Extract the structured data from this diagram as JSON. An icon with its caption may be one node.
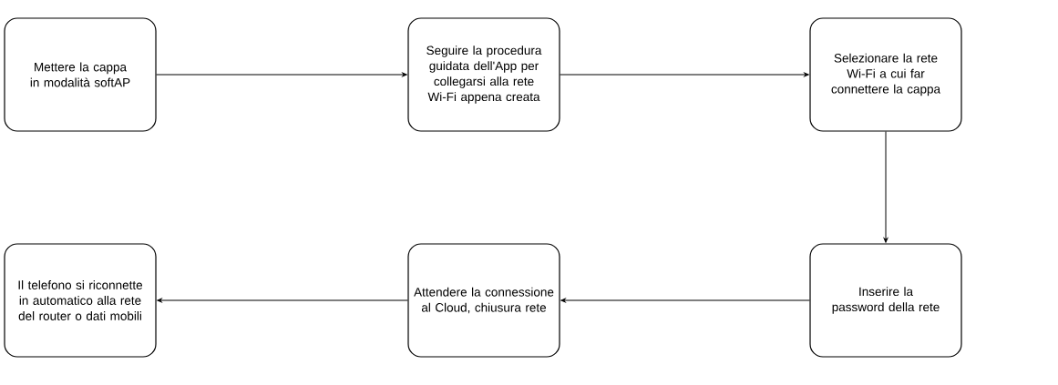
{
  "diagram": {
    "nodes": [
      {
        "text": [
          "Mettere la cappa in modalità softAP"
        ]
      },
      {
        "text": [
          "Seguire la procedura guidata dell'App per collegarsi alla rete Wi-Fi appena creata"
        ]
      },
      {
        "text": [
          "Selezionare la rete Wi-Fi a cui far connettere la cappa"
        ]
      },
      {
        "text": [
          "Inserire la password della rete"
        ]
      },
      {
        "text": [
          "Attendere la connessione al Cloud, chiusura rete"
        ]
      },
      {
        "text": [
          "Il telefono si riconnette in automatico alla rete del router o dati mobili"
        ]
      }
    ],
    "edges": [
      {
        "from": 0,
        "to": 1,
        "arrow": "to"
      },
      {
        "from": 1,
        "to": 2,
        "arrow": "to"
      },
      {
        "from": 2,
        "to": 3,
        "arrow": "to"
      },
      {
        "from": 3,
        "to": 4,
        "arrow": "to"
      },
      {
        "from": 4,
        "to": 5,
        "arrow": "to"
      }
    ]
  }
}
